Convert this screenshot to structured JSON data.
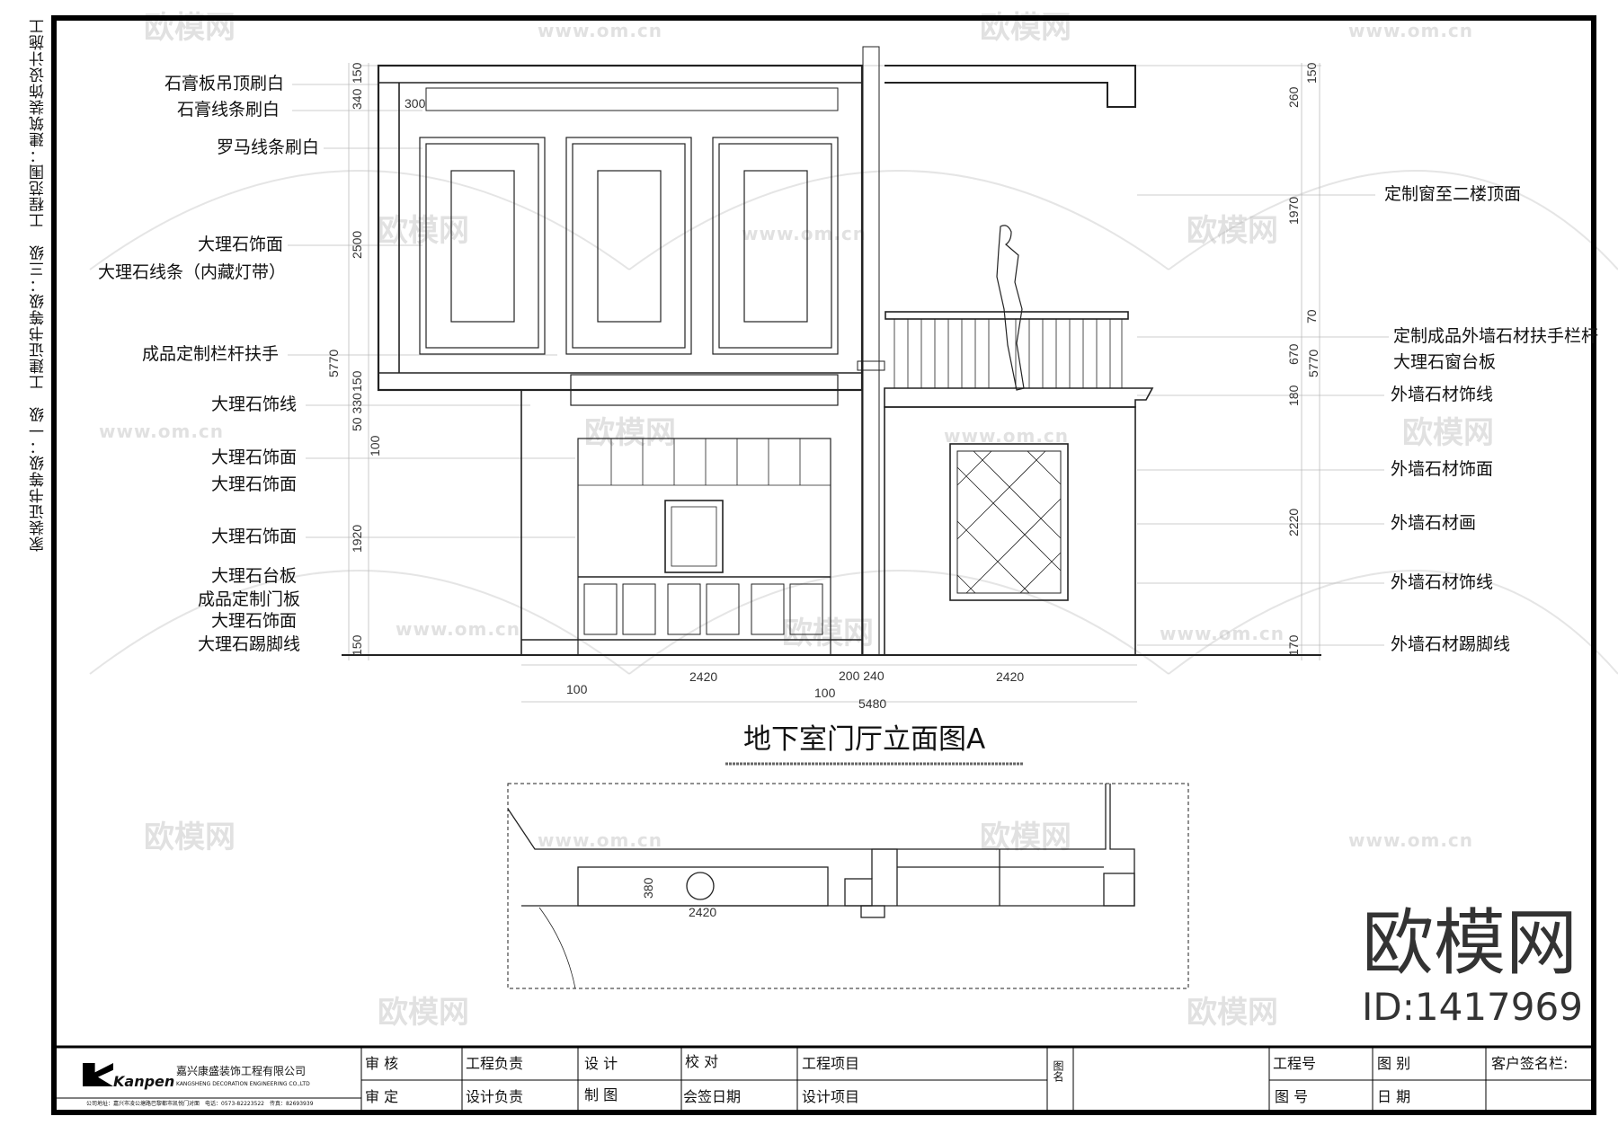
{
  "side_note": "家装证书等级：一级　工建证书等级：三级　工程范围：建筑装饰设计施工",
  "left_labels": [
    "石膏板吊顶刷白",
    "石膏线条刷白",
    "罗马线条刷白",
    "大理石饰面",
    "大理石线条（内藏灯带）",
    "成品定制栏杆扶手",
    "大理石饰线",
    "大理石饰面",
    "大理石饰面",
    "大理石饰面",
    "大理石台板",
    "成品定制门板",
    "大理石饰面",
    "大理石踢脚线"
  ],
  "right_labels": [
    "定制窗至二楼顶面",
    "定制成品外墙石材扶手栏杆",
    "大理石窗台板",
    "外墙石材饰线",
    "外墙石材饰面",
    "外墙石材画",
    "外墙石材饰线",
    "外墙石材踢脚线"
  ],
  "dims_left": [
    "150",
    "340",
    "2500",
    "5770",
    "150",
    "50 330",
    "100",
    "1920",
    "150"
  ],
  "dims_right": [
    "150",
    "260",
    "1970",
    "70",
    "670",
    "5770",
    "180",
    "2220",
    "170"
  ],
  "dims_bottom": [
    "100",
    "2420",
    "100",
    "200 240",
    "2420",
    "5480"
  ],
  "dim_ceiling": "300",
  "drawing_title": "地下室门厅立面图A",
  "plan_dims": [
    "380",
    "2420"
  ],
  "watermark": {
    "brand": "欧模网",
    "site": "www.om.cn",
    "id": "ID:1417969"
  },
  "title_block": {
    "company_cn": "嘉兴康盛装饰工程有限公司",
    "company_en": "KANGSHENG DECORATION ENGINEERING CO.,LTD",
    "logo_text": "Kanpen",
    "address": "公司地址：嘉兴市凌公塘路巴黎都市凯悦门对面　电话：0573-82223522　传真：82693939",
    "row1": [
      "审 核",
      "工程负责",
      "设 计",
      "校 对",
      "工程项目"
    ],
    "row2": [
      "审 定",
      "设计负责",
      "制 图",
      "会签日期",
      "设计项目"
    ],
    "drawing_name_label": "图名",
    "project_no": "工程号",
    "drawing_no": "图 号",
    "category": "图 别",
    "date": "日 期",
    "client_sign": "客户签名栏:"
  }
}
